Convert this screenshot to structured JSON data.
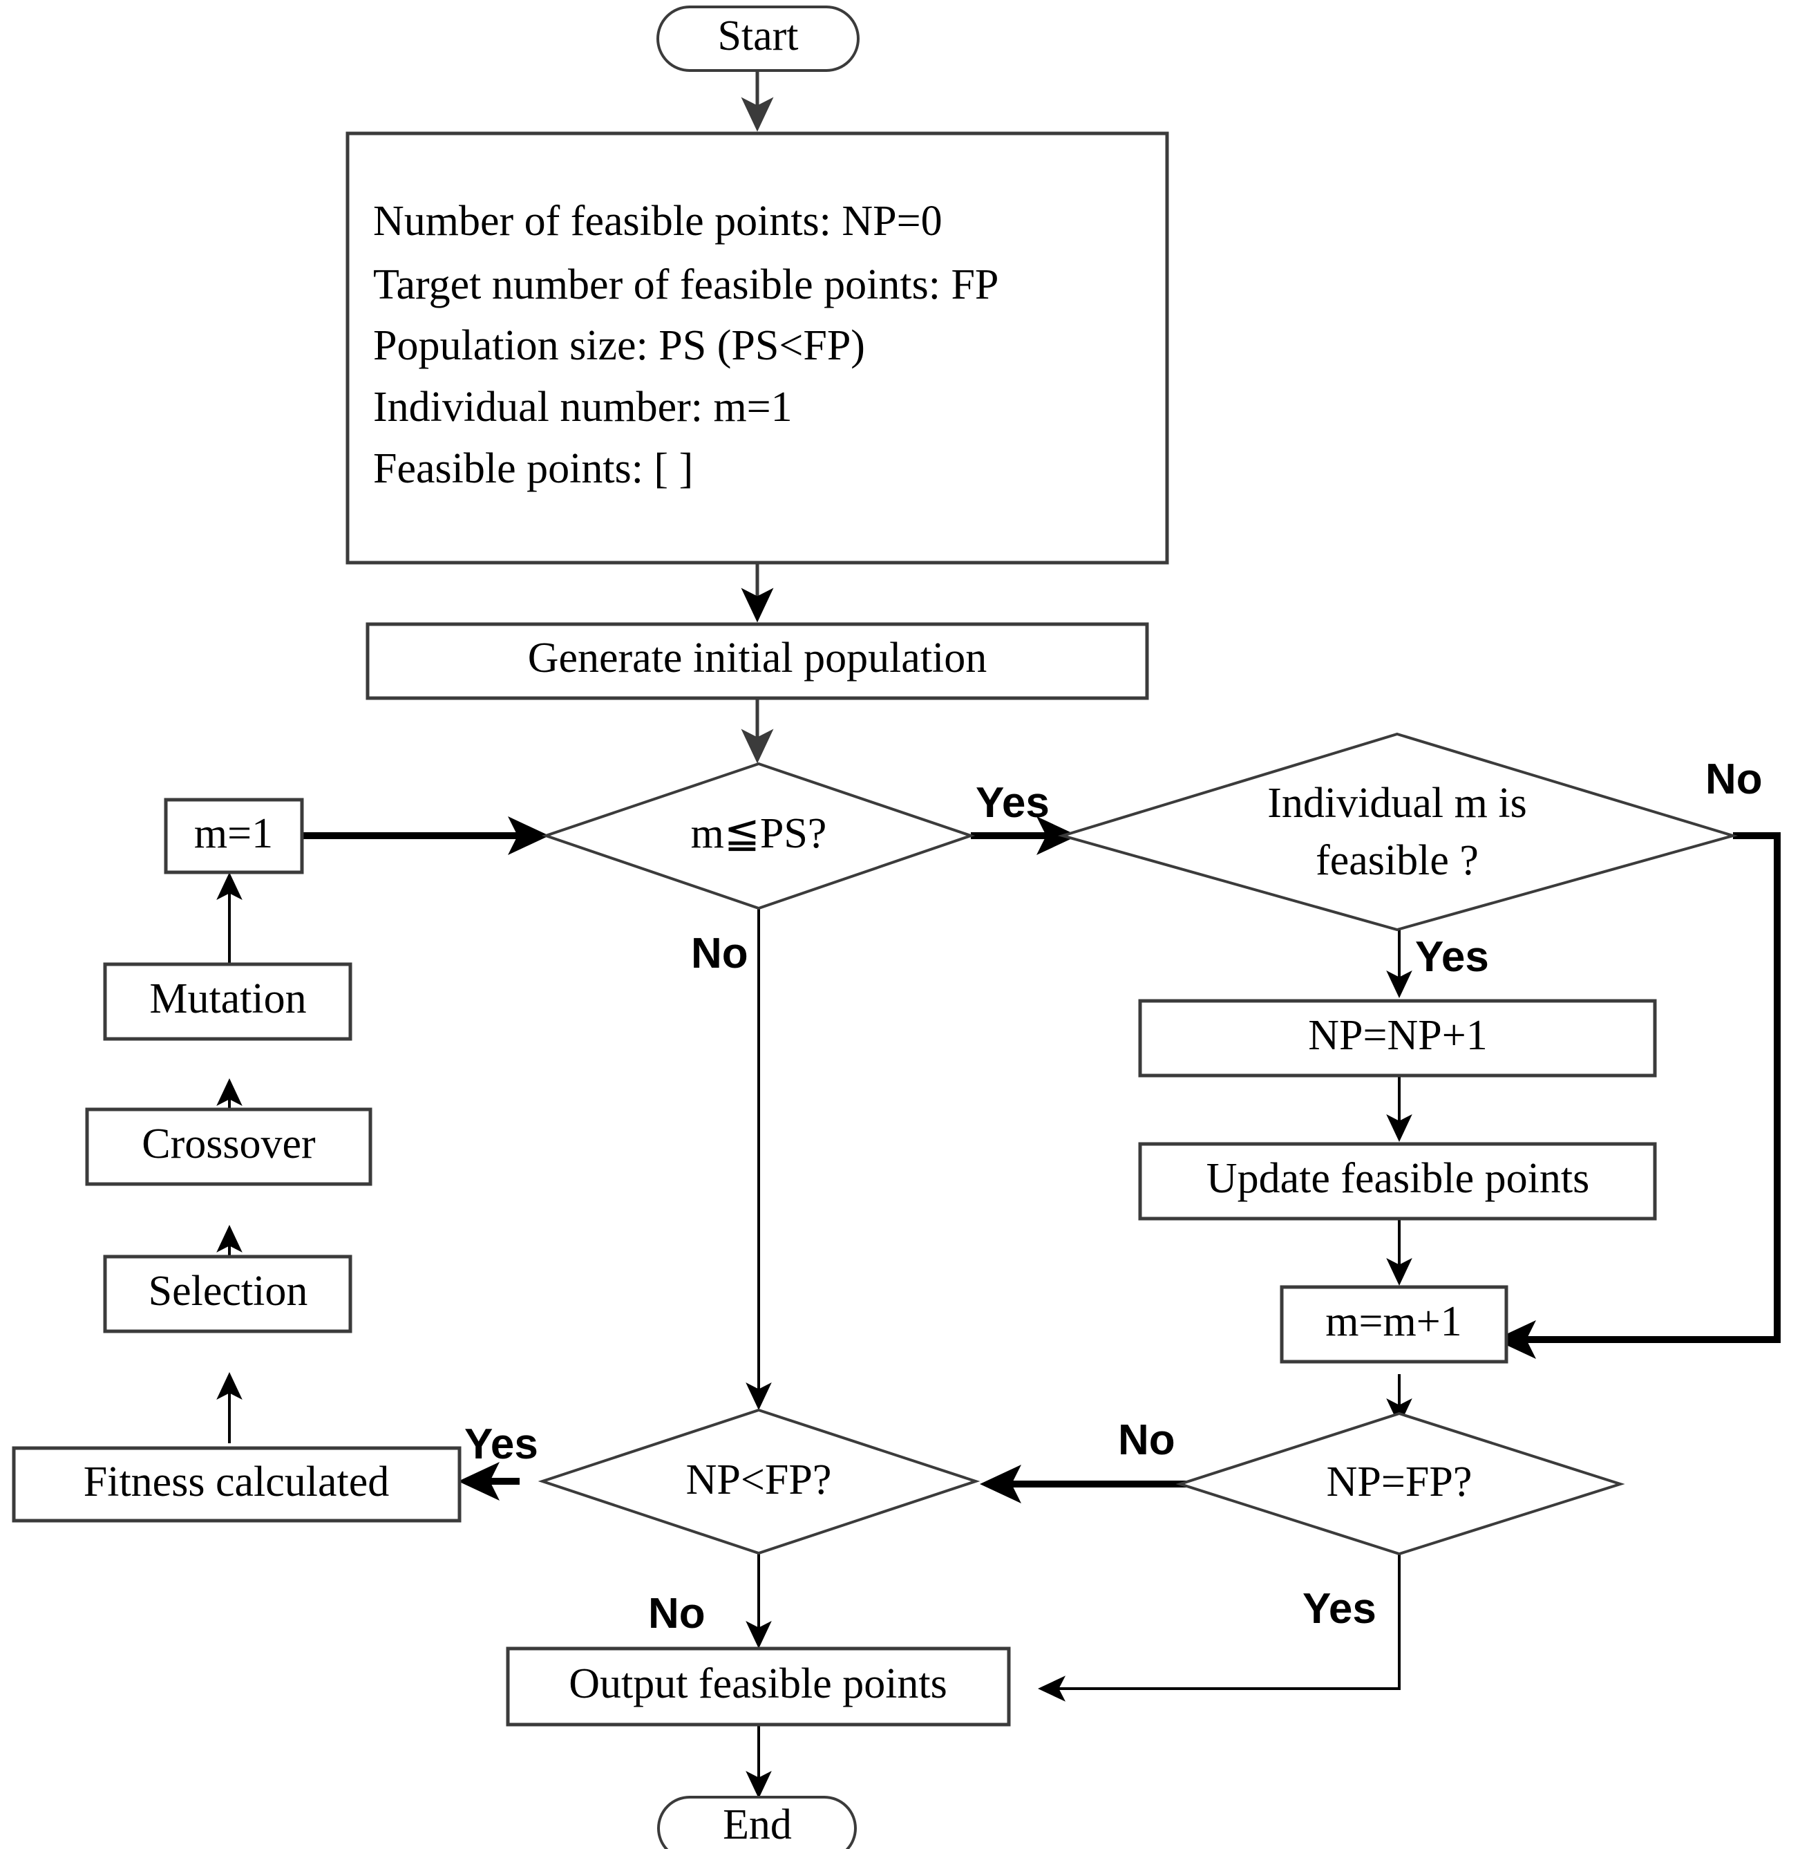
{
  "diagram": {
    "title": "Feasible point generation genetic algorithm flowchart",
    "colors": {
      "stroke": "#3b3b3b",
      "bold_stroke": "#000000",
      "fill": "#ffffff",
      "text": "#000000"
    }
  },
  "nodes": {
    "start": {
      "label": "Start",
      "shape": "terminator"
    },
    "init_params": {
      "shape": "process",
      "lines": [
        "Number of feasible points: NP=0",
        "Target number of feasible points: FP",
        "Population size: PS (PS<FP)",
        "Individual number: m=1",
        "Feasible points: [ ]"
      ]
    },
    "generate_population": {
      "label": "Generate initial population",
      "shape": "process"
    },
    "m_le_ps": {
      "label": "m≦PS?",
      "shape": "decision"
    },
    "individual_feasible": {
      "label_line1": "Individual m is",
      "label_line2": "feasible ?",
      "shape": "decision"
    },
    "m_reset": {
      "label": "m=1",
      "shape": "process"
    },
    "mutation": {
      "label": "Mutation",
      "shape": "process"
    },
    "crossover": {
      "label": "Crossover",
      "shape": "process"
    },
    "selection": {
      "label": "Selection",
      "shape": "process"
    },
    "fitness": {
      "label": "Fitness calculated",
      "shape": "process"
    },
    "np_increment": {
      "label": "NP=NP+1",
      "shape": "process"
    },
    "update_points": {
      "label": "Update feasible points",
      "shape": "process"
    },
    "m_increment": {
      "label": "m=m+1",
      "shape": "process"
    },
    "np_eq_fp": {
      "label": "NP=FP?",
      "shape": "decision"
    },
    "np_lt_fp": {
      "label": "NP<FP?",
      "shape": "decision"
    },
    "output_points": {
      "label": "Output feasible points",
      "shape": "process"
    },
    "end": {
      "label": "End",
      "shape": "terminator"
    }
  },
  "edge_labels": {
    "m_le_ps_yes": "Yes",
    "m_le_ps_no": "No",
    "feasible_yes": "Yes",
    "feasible_no": "No",
    "np_eq_fp_no": "No",
    "np_eq_fp_yes": "Yes",
    "np_lt_fp_yes": "Yes",
    "np_lt_fp_no": "No"
  }
}
